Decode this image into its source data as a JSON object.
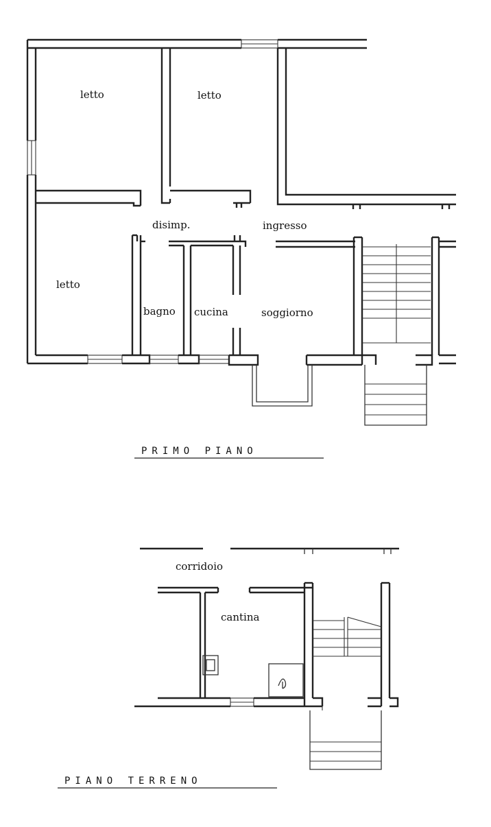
{
  "floors": {
    "primo": {
      "title": "PRIMO PIANO",
      "rooms": {
        "letto_1": "letto",
        "letto_2": "letto",
        "letto_3": "letto",
        "disimpegno": "disimp.",
        "ingresso": "ingresso",
        "bagno": "bagno",
        "cucina": "cucina",
        "soggiorno": "soggiorno"
      }
    },
    "terreno": {
      "title": "PIANO TERRENO",
      "rooms": {
        "corridoio": "corridoio",
        "cantina": "cantina"
      }
    }
  }
}
